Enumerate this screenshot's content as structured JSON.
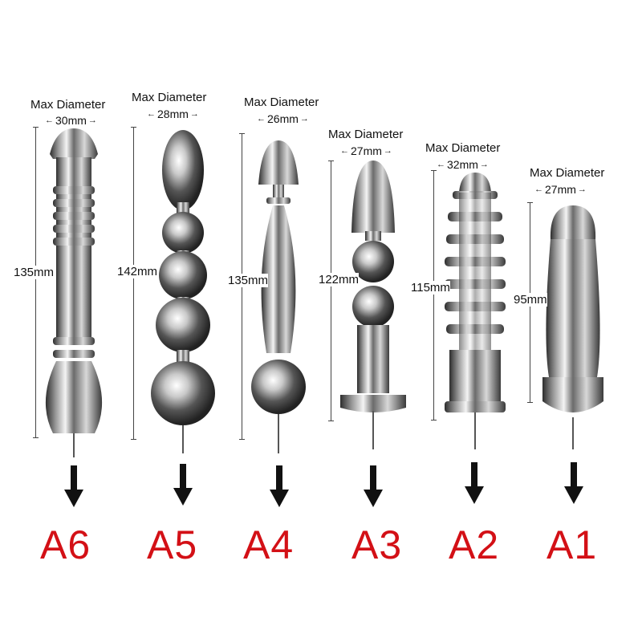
{
  "products": [
    {
      "code": "A6",
      "diameter_title": "Max Diameter",
      "diameter": "30mm",
      "length": "135mm"
    },
    {
      "code": "A5",
      "diameter_title": "Max Diameter",
      "diameter": "28mm",
      "length": "142mm"
    },
    {
      "code": "A4",
      "diameter_title": "Max Diameter",
      "diameter": "26mm",
      "length": "135mm"
    },
    {
      "code": "A3",
      "diameter_title": "Max Diameter",
      "diameter": "27mm",
      "length": "122mm"
    },
    {
      "code": "A2",
      "diameter_title": "Max Diameter",
      "diameter": "32mm",
      "length": "115mm"
    },
    {
      "code": "A1",
      "diameter_title": "Max Diameter",
      "diameter": "27mm",
      "length": "95mm"
    }
  ],
  "colors": {
    "code_text": "#d31016",
    "arrow": "#111111",
    "metal_dark": "#3a3a3a",
    "metal_light": "#f2f2f2"
  },
  "icons": {
    "arrow": "arrow-down-icon"
  }
}
